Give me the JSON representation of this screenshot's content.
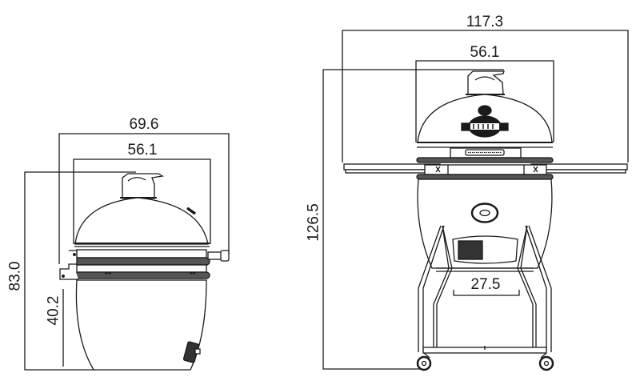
{
  "diagram": {
    "type": "technical-dimension-drawing",
    "subject": "kamado grill",
    "colors": {
      "line": "#1a1a1a",
      "fill": "#ffffff",
      "band": "#555555"
    }
  },
  "left_view": {
    "name": "grill-head-only",
    "dimensions": {
      "overall_width": "69.6",
      "dome_width": "56.1",
      "overall_height": "83.0",
      "base_height": "40.2"
    }
  },
  "right_view": {
    "name": "grill-on-cart-with-side-shelves",
    "dimensions": {
      "overall_width": "117.3",
      "dome_width": "56.1",
      "overall_height": "126.5",
      "cart_inner_width": "27.5"
    }
  }
}
